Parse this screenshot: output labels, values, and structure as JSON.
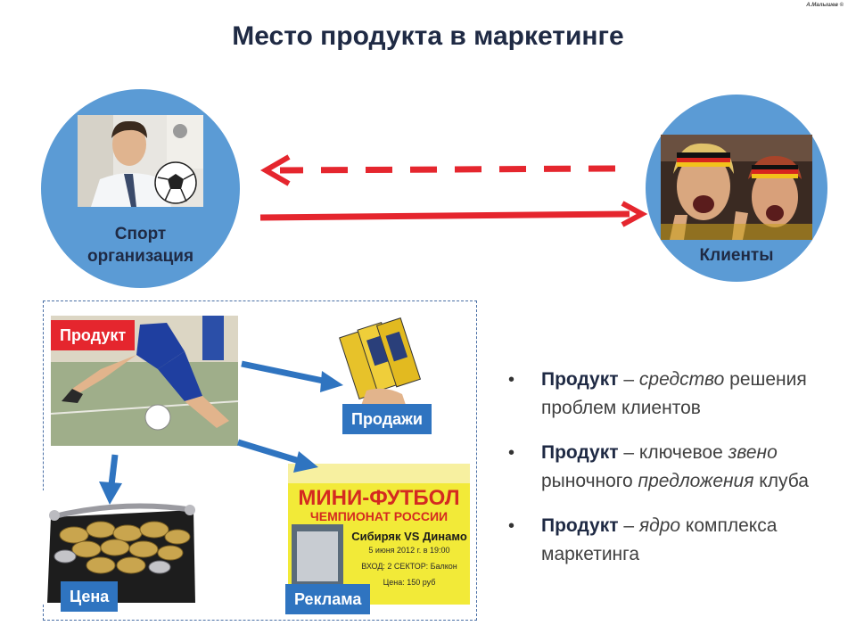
{
  "slide": {
    "copyright": "А.Малышев ©",
    "title": "Место продукта в маркетинге"
  },
  "left_circle": {
    "line1": "Спорт",
    "line2": "организация"
  },
  "right_circle": {
    "label": "Клиенты"
  },
  "panel": {
    "product_tag": "Продукт",
    "sales_tag": "Продажи",
    "price_tag": "Цена",
    "ad_tag": "Реклама",
    "poster": {
      "line1": "МИНИ-ФУТБОЛ",
      "line2": "ЧЕМПИОНАТ РОССИИ",
      "line3": "Сибиряк VS Динамо",
      "line4": "5 июня 2012 г. в 19:00",
      "line5": "ВХОД: 2   СЕКТОР: Балкон",
      "line6": "Цена: 150 руб"
    }
  },
  "bullets": [
    {
      "bold": "Продукт",
      "dash": " – ",
      "it1": "средство",
      "rest1": " решения проблем клиентов",
      "it2": "",
      "rest2": ""
    },
    {
      "bold": "Продукт",
      "dash": " – ",
      "it1": "",
      "rest1": "ключевое ",
      "it2": "звено",
      "rest2": " рыночного "
    },
    {
      "bold": "Продукт",
      "dash": " – ",
      "it1": "ядро",
      "rest1": " комплекса маркетинга",
      "it2": "",
      "rest2": ""
    }
  ],
  "bullet2_extra": {
    "it3": "предложения",
    "rest3": " клуба"
  },
  "colors": {
    "title": "#1f2a44",
    "circle": "#5b9bd5",
    "arrow": "#e5262e",
    "tag_red": "#e5262e",
    "tag_blue": "#2f74c0",
    "connector": "#2f74c0"
  },
  "icons": [
    "businessman-with-ball-photo",
    "fans-photo",
    "futsal-player-photo",
    "tickets-photo",
    "coin-purse-photo",
    "poster-photo"
  ]
}
